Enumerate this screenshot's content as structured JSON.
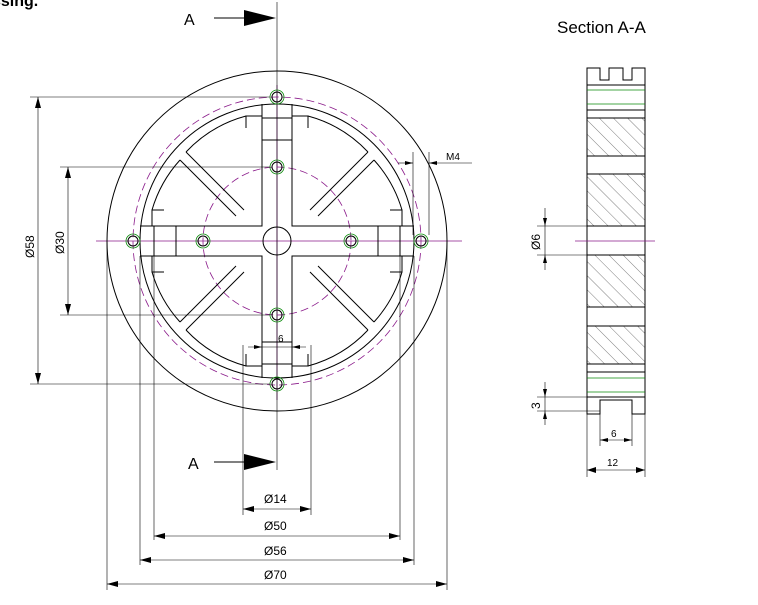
{
  "header_fragment": "ssing.",
  "section_title": "Section A-A",
  "section_marker": "A",
  "dimensions": {
    "d58": "Ø58",
    "d30": "Ø30",
    "d14": "Ø14",
    "d50": "Ø50",
    "d56": "Ø56",
    "d70": "Ø70",
    "m4": "M4",
    "six_front": "6",
    "d6": "Ø6",
    "three": "3",
    "six_section": "6",
    "twelve": "12"
  },
  "colors": {
    "line": "#000000",
    "centerline": "#8a1a8a",
    "hole_ring": "#0a8a0a"
  }
}
